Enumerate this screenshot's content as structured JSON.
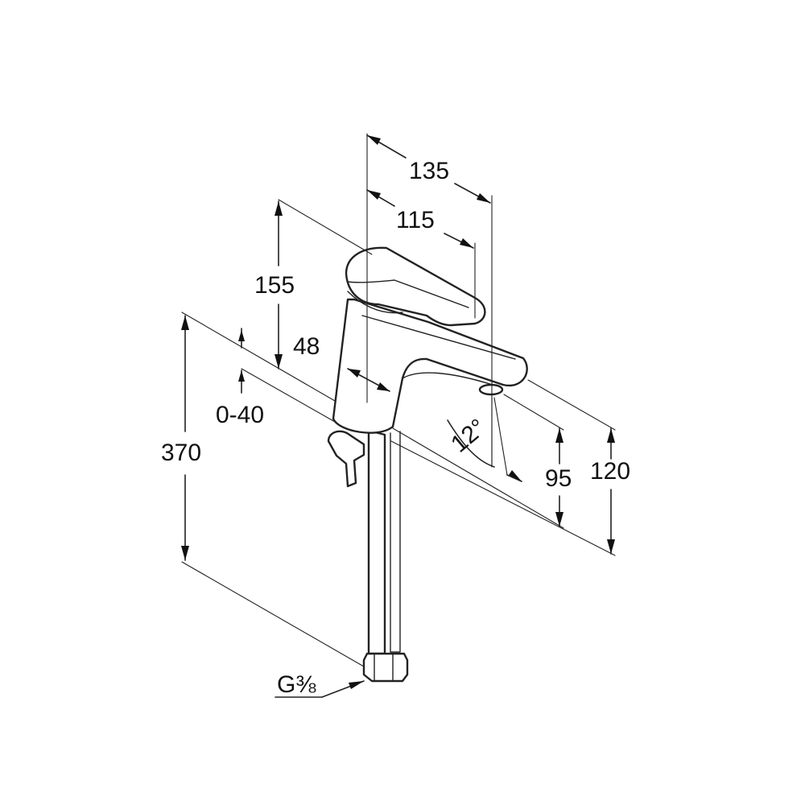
{
  "dimensions": {
    "width_total": "135",
    "width_spout": "115",
    "height_lever": "155",
    "offset": "48",
    "worktop": "0-40",
    "height_total": "370",
    "angle": "12°",
    "spout_clearance": "95",
    "spout_height": "120",
    "connection": "G⅜"
  }
}
